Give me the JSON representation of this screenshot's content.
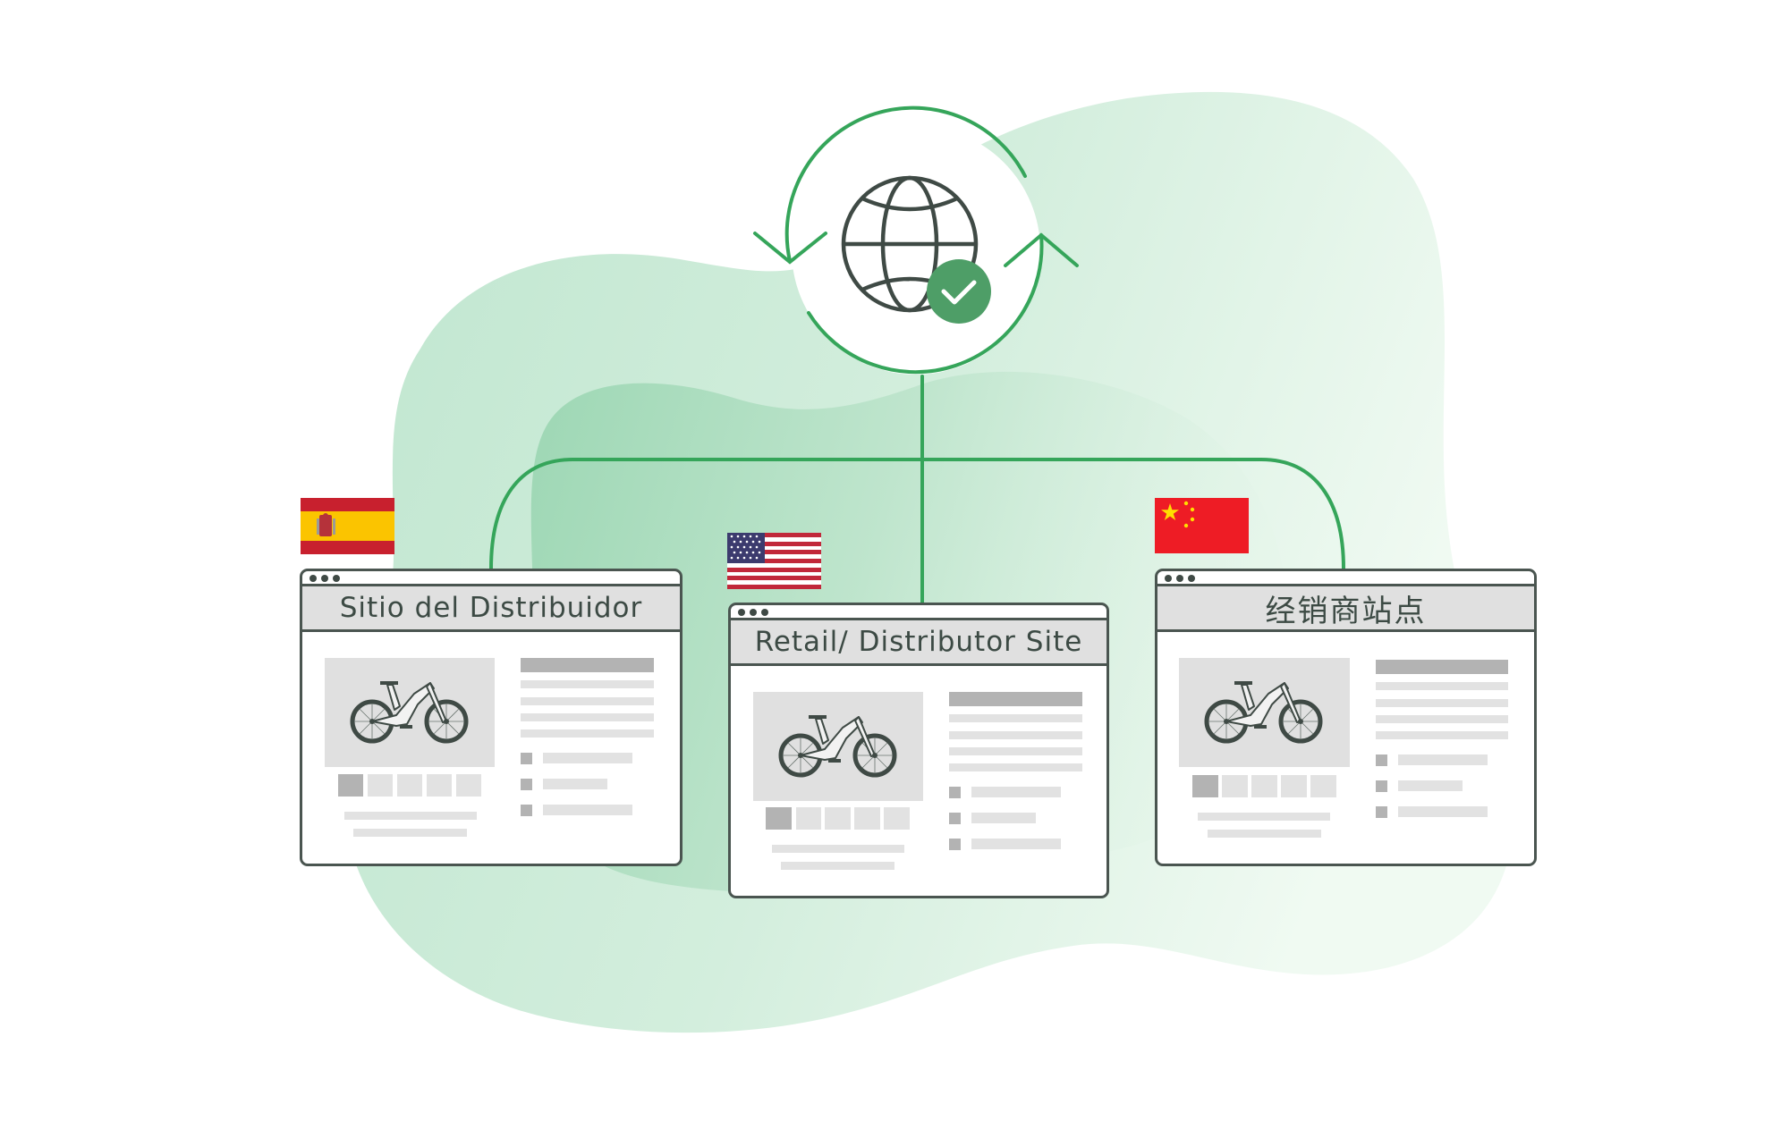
{
  "diagram": {
    "hub": {
      "icon": "globe-icon",
      "badge_icon": "check-circle-icon",
      "sync_icon": "circular-arrows-icon",
      "accent_color": "#35a55a",
      "badge_color": "#4e9e67",
      "line_color": "#3f4a45"
    },
    "connector_color": "#35a55a",
    "background": {
      "blob_light": "#cdebd9",
      "blob_dark": "#a8dbbd",
      "page": "#ffffff"
    },
    "sites": [
      {
        "id": "spain",
        "flag": "spain-flag",
        "title": "Sitio del Distribuidor",
        "product_image": "bicycle-icon"
      },
      {
        "id": "usa",
        "flag": "usa-flag",
        "title": "Retail/ Distributor Site",
        "product_image": "bicycle-icon"
      },
      {
        "id": "china",
        "flag": "china-flag",
        "title": "经销商站点",
        "product_image": "bicycle-icon"
      }
    ]
  }
}
